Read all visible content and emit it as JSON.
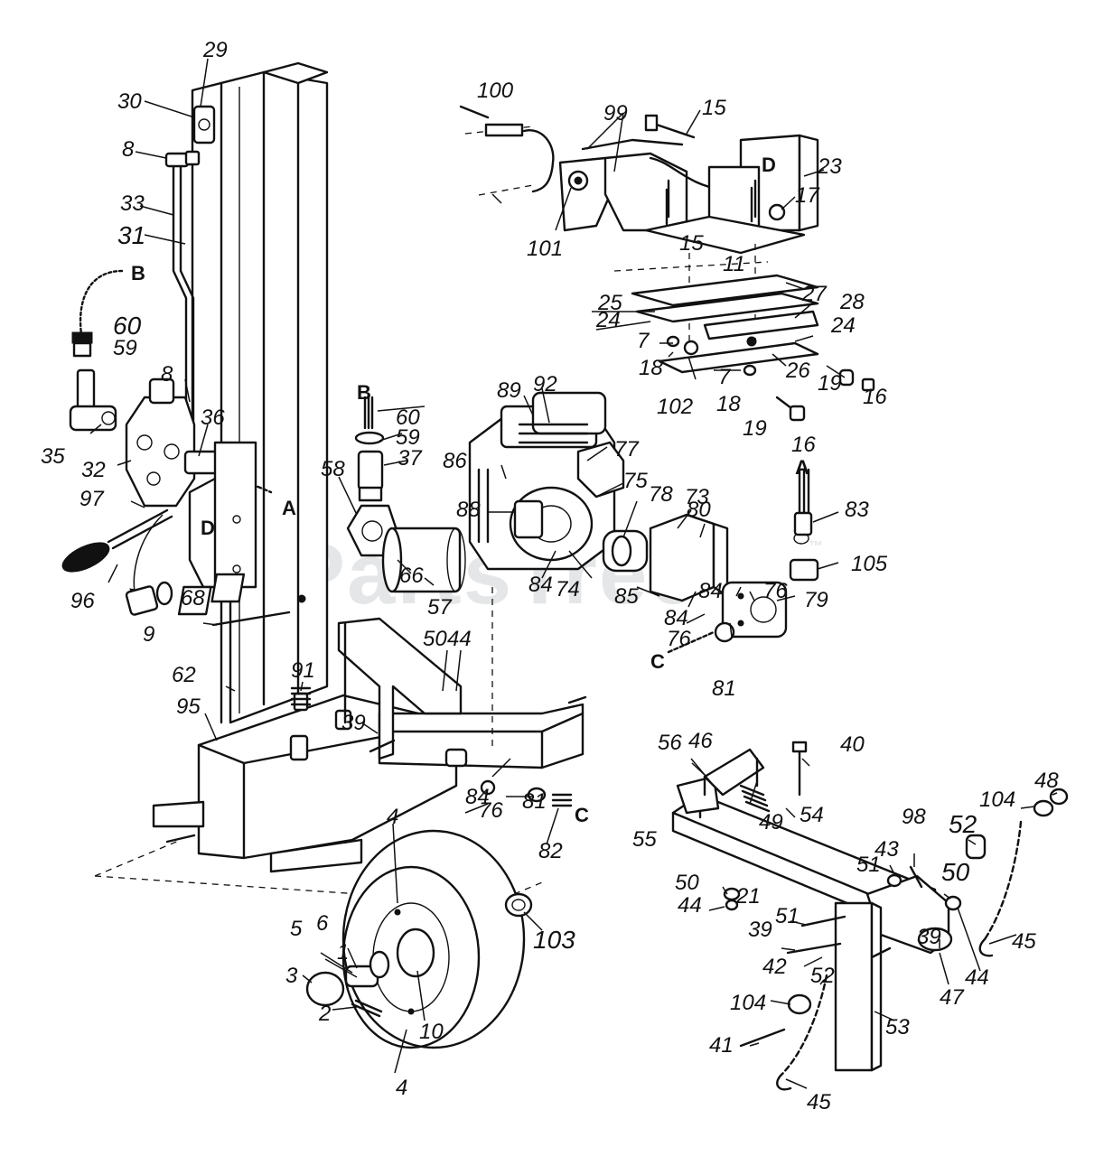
{
  "watermark": "PartsTree",
  "watermark_mark": "™",
  "letters": [
    "A",
    "B",
    "C",
    "D"
  ],
  "callouts": [
    "1",
    "2",
    "3",
    "4",
    "5",
    "6",
    "7",
    "8",
    "9",
    "10",
    "11",
    "15",
    "16",
    "17",
    "18",
    "19",
    "21",
    "23",
    "24",
    "25",
    "26",
    "27",
    "28",
    "29",
    "30",
    "31",
    "32",
    "33",
    "35",
    "36",
    "37",
    "39",
    "40",
    "41",
    "42",
    "43",
    "44",
    "45",
    "46",
    "47",
    "48",
    "49",
    "50",
    "51",
    "52",
    "53",
    "54",
    "55",
    "56",
    "57",
    "58",
    "59",
    "60",
    "62",
    "66",
    "68",
    "73",
    "74",
    "75",
    "76",
    "77",
    "78",
    "79",
    "80",
    "81",
    "82",
    "83",
    "84",
    "85",
    "86",
    "88",
    "89",
    "91",
    "92",
    "95",
    "96",
    "97",
    "98",
    "99",
    "100",
    "101",
    "102",
    "103",
    "104",
    "105"
  ]
}
